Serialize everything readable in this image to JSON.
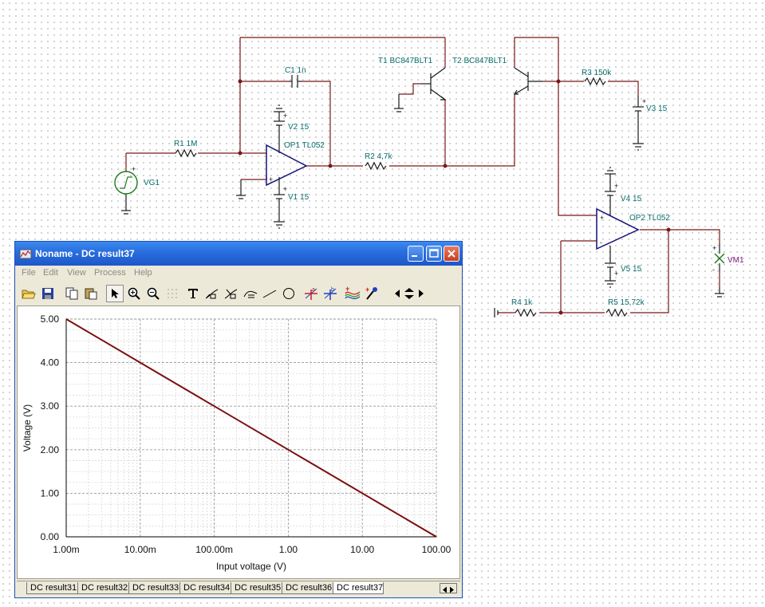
{
  "schematic": {
    "labels": {
      "r1": "R1 1M",
      "c1": "C1 1n",
      "t1": "T1 BC847BLT1",
      "t2": "T2 BC847BLT1",
      "r3": "R3 150k",
      "v3": "V3 15",
      "v2": "V2 15",
      "op1": "OP1 TL052",
      "r2": "R2 4,7k",
      "vg1": "VG1",
      "v1": "V1 15",
      "v4": "V4 15",
      "op2": "OP2 TL052",
      "vm1": "VM1",
      "v5": "V5 15",
      "r4": "R4 1k",
      "r5": "R5 15,72k"
    },
    "wire_color": "#7a1818",
    "label_color": "#0a6e6e",
    "opamp_color": "#12127a"
  },
  "window": {
    "title": "Noname - DC result37",
    "menu": [
      "File",
      "Edit",
      "View",
      "Process",
      "Help"
    ],
    "toolbar_icons": [
      "open-icon",
      "save-icon",
      "copy-icon",
      "paste-icon",
      "pointer-icon",
      "zoom-in-icon",
      "zoom-out-icon",
      "grid-icon",
      "text-icon",
      "arrow-label-icon",
      "curve-label-icon",
      "axis-label-icon",
      "line-icon",
      "circle-icon",
      "cursor-a-icon",
      "cursor-b-icon",
      "curves-icon",
      "probe-icon",
      "scroll-arrows-icon"
    ],
    "tabs": [
      "DC result31",
      "DC result32",
      "DC result33",
      "DC result34",
      "DC result35",
      "DC result36",
      "DC result37"
    ],
    "active_tab": "DC result37"
  },
  "chart_data": {
    "type": "line",
    "xlabel": "Input voltage (V)",
    "ylabel": "Voltage (V)",
    "x_scale": "log",
    "xlim": [
      0.001,
      100
    ],
    "ylim": [
      0,
      5
    ],
    "x_ticks": [
      "1.00m",
      "10.00m",
      "100.00m",
      "1.00",
      "10.00",
      "100.00"
    ],
    "y_ticks": [
      "0.00",
      "1.00",
      "2.00",
      "3.00",
      "4.00",
      "5.00"
    ],
    "grid": true,
    "series": [
      {
        "x": [
          0.001,
          0.01,
          0.1,
          1,
          10,
          100
        ],
        "y": [
          5.0,
          4.0,
          3.0,
          2.0,
          1.0,
          0.0
        ],
        "color": "#7a1010"
      }
    ]
  }
}
